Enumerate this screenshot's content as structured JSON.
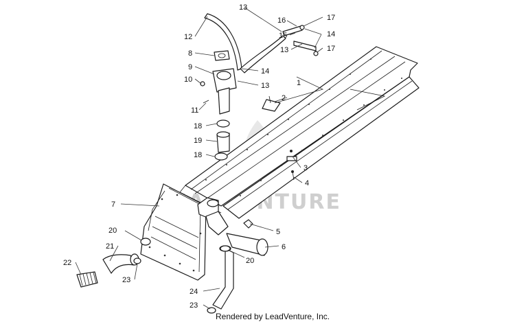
{
  "watermark": {
    "text": "LEADVENTURE"
  },
  "credit": {
    "text": "Rendered by LeadVenture, Inc."
  },
  "callouts": [
    {
      "label": "1"
    },
    {
      "label": "2"
    },
    {
      "label": "3"
    },
    {
      "label": "4"
    },
    {
      "label": "5"
    },
    {
      "label": "6"
    },
    {
      "label": "7"
    },
    {
      "label": "8"
    },
    {
      "label": "9"
    },
    {
      "label": "10"
    },
    {
      "label": "11"
    },
    {
      "label": "12"
    },
    {
      "label": "13"
    },
    {
      "label": "13"
    },
    {
      "label": "13"
    },
    {
      "label": "14"
    },
    {
      "label": "14"
    },
    {
      "label": "15"
    },
    {
      "label": "16"
    },
    {
      "label": "17"
    },
    {
      "label": "17"
    },
    {
      "label": "18"
    },
    {
      "label": "18"
    },
    {
      "label": "19"
    },
    {
      "label": "20"
    },
    {
      "label": "20"
    },
    {
      "label": "21"
    },
    {
      "label": "22"
    },
    {
      "label": "23"
    },
    {
      "label": "23"
    },
    {
      "label": "24"
    }
  ]
}
